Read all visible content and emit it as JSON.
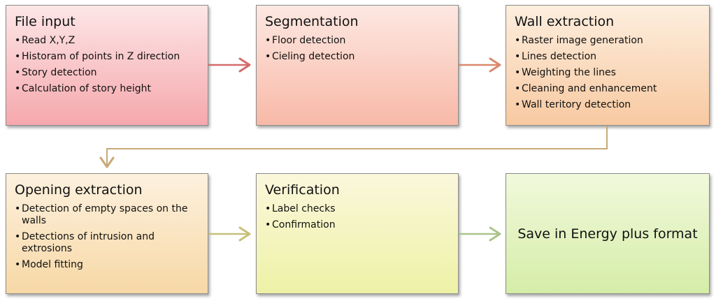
{
  "diagram": {
    "boxes": [
      {
        "title": "File input",
        "items": [
          "Read X,Y,Z",
          "Historam of points in Z direction",
          "Story detection",
          "Calculation of story height"
        ]
      },
      {
        "title": "Segmentation",
        "items": [
          "Floor detection",
          "Cieling detection"
        ]
      },
      {
        "title": "Wall extraction",
        "items": [
          "Raster image generation",
          "Lines detection",
          "Weighting the lines",
          "Cleaning and enhancement",
          "Wall teritory detection"
        ]
      },
      {
        "title": "Opening extraction",
        "items": [
          "Detection of empty spaces on the walls",
          "Detections of intrusion and extrosions",
          "Model fitting"
        ]
      },
      {
        "title": "Verification",
        "items": [
          "Label checks",
          "Confirmation"
        ]
      },
      {
        "label": "Save in Energy plus format"
      }
    ],
    "colors": {
      "arrow_1": "#d46a6a",
      "arrow_2": "#d9896c",
      "arrow_3": "#c9a878",
      "arrow_4": "#c7bf7a",
      "arrow_5": "#a9c48a"
    }
  }
}
